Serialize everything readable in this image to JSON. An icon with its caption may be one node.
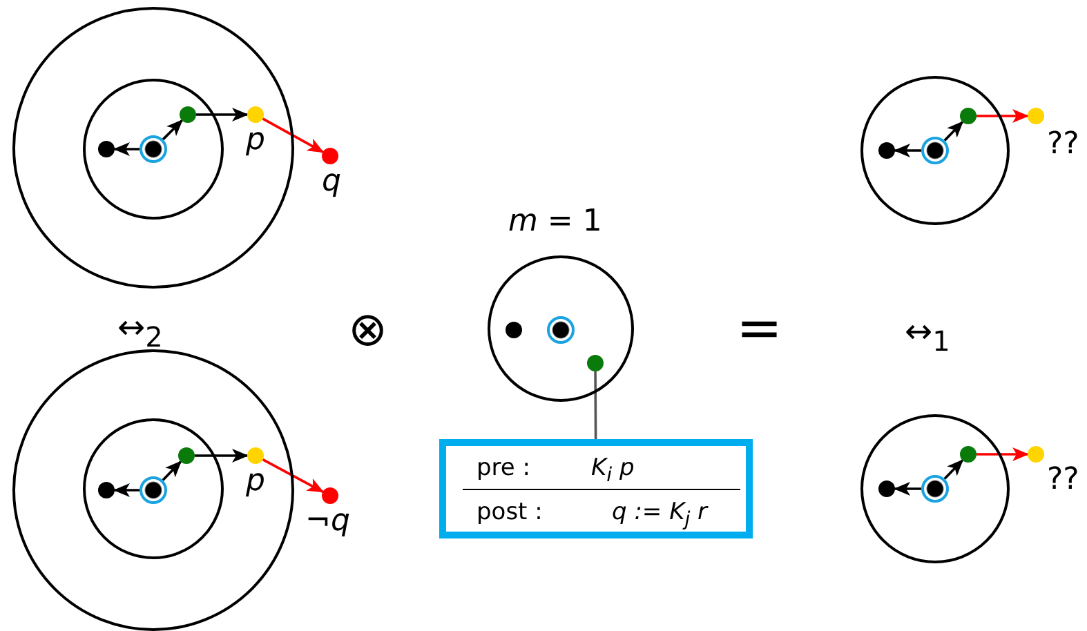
{
  "diagram": {
    "nodes": [
      {
        "text": [],
        "shape": "circle"
      },
      {
        "text": [],
        "shape": "circle",
        "in": 0
      },
      {
        "text": [],
        "shape": "circle",
        "in": 1
      },
      {
        "text": [],
        "shape": "circle",
        "in": 1
      },
      {
        "text": [],
        "shape": "circle",
        "in": 1
      },
      {
        "text": [],
        "shape": "circle",
        "in": 0,
        "beside": [
          "*p*"
        ]
      },
      {
        "text": [],
        "shape": "circle",
        "beside": [
          "*q*"
        ]
      },
      {
        "text": [],
        "shape": "circle"
      },
      {
        "text": [],
        "shape": "circle",
        "in": 7
      },
      {
        "text": [],
        "shape": "circle",
        "in": 8
      },
      {
        "text": [],
        "shape": "circle",
        "in": 8
      },
      {
        "text": [],
        "shape": "circle",
        "in": 8
      },
      {
        "text": [],
        "shape": "circle",
        "in": 7,
        "beside": [
          "*p*"
        ]
      },
      {
        "text": [],
        "shape": "circle",
        "beside": [
          "¬*q*"
        ]
      },
      {
        "text": [],
        "shape": "circle",
        "beside": [
          "*m* = 1"
        ]
      },
      {
        "text": [],
        "shape": "circle",
        "in": 14
      },
      {
        "text": [],
        "shape": "circle",
        "in": 14
      },
      {
        "text": [],
        "shape": "circle",
        "in": 14
      },
      {
        "text": [
          "pre :",
          "K$_{i}$ p",
          "post :",
          "q := K$_{j}$ r"
        ]
      },
      {
        "text": [],
        "shape": "circle"
      },
      {
        "text": [],
        "shape": "circle",
        "in": 19
      },
      {
        "text": [],
        "shape": "circle",
        "in": 19
      },
      {
        "text": [],
        "shape": "circle",
        "in": 19
      },
      {
        "text": [],
        "shape": "circle",
        "beside": [
          "??"
        ]
      },
      {
        "text": [],
        "shape": "circle"
      },
      {
        "text": [],
        "shape": "circle",
        "in": 24
      },
      {
        "text": [],
        "shape": "circle",
        "in": 24
      },
      {
        "text": [],
        "shape": "circle",
        "in": 24
      },
      {
        "text": [],
        "shape": "circle",
        "beside": [
          "??"
        ]
      }
    ],
    "edges": [
      {
        "from": 3,
        "to": 2,
        "arrow": "to"
      },
      {
        "from": 3,
        "to": 4,
        "arrow": "to"
      },
      {
        "from": 4,
        "to": 5,
        "arrow": "to"
      },
      {
        "from": 5,
        "to": 6,
        "arrow": "to",
        "color": "#ff0000"
      },
      {
        "from": 10,
        "to": 9,
        "arrow": "to"
      },
      {
        "from": 10,
        "to": 11,
        "arrow": "to"
      },
      {
        "from": 11,
        "to": 12,
        "arrow": "to"
      },
      {
        "from": 12,
        "to": 13,
        "arrow": "to",
        "color": "#ff0000"
      },
      {
        "from": 17,
        "to": 18,
        "arrow": "none",
        "color": "#555555"
      },
      {
        "from": 21,
        "to": 20,
        "arrow": "to"
      },
      {
        "from": 21,
        "to": 22,
        "arrow": "to"
      },
      {
        "from": 22,
        "to": 23,
        "arrow": "to",
        "color": "#ff0000"
      },
      {
        "from": 26,
        "to": 25,
        "arrow": "to"
      },
      {
        "from": 26,
        "to": 27,
        "arrow": "to"
      },
      {
        "from": 27,
        "to": 28,
        "arrow": "to",
        "color": "#ff0000"
      }
    ],
    "labels": [
      "↔$_{2}$",
      "⊗",
      "=",
      "↔$_{1}$"
    ]
  }
}
